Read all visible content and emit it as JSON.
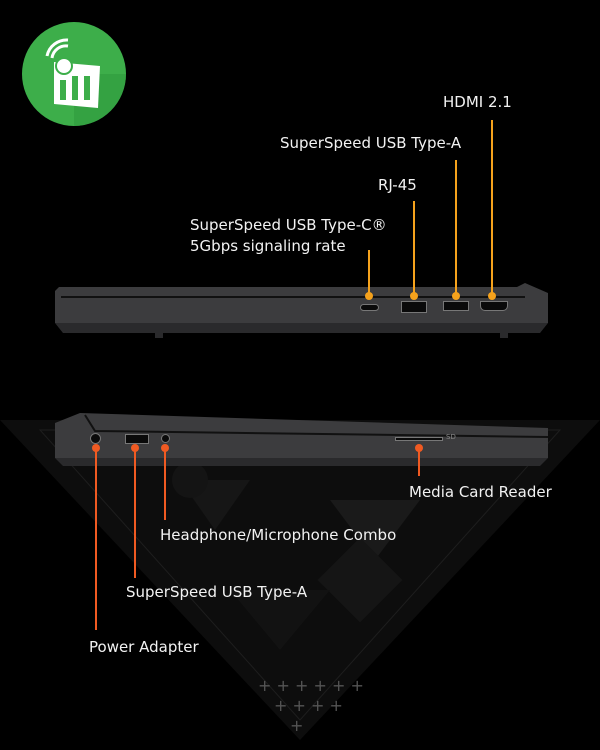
{
  "logo": {
    "name": "green-signal-logo",
    "colors": {
      "circle": "#3dae4a",
      "glyph": "#ffffff"
    }
  },
  "callouts_top": [
    {
      "label": "HDMI 2.1"
    },
    {
      "label": "SuperSpeed USB Type-A"
    },
    {
      "label": "RJ-45"
    },
    {
      "label_line1": "SuperSpeed USB Type-C®",
      "label_line2": "5Gbps signaling rate"
    }
  ],
  "callouts_bottom": [
    {
      "label": "Media Card Reader"
    },
    {
      "label": "Headphone/Microphone Combo"
    },
    {
      "label": "SuperSpeed USB Type-A"
    },
    {
      "label": "Power Adapter"
    }
  ],
  "port_marks": {
    "sd": "SD"
  },
  "colors": {
    "top_callout": "#f5a21c",
    "bottom_callout": "#f05a22",
    "laptop_body": "#3a3a3c",
    "background": "#000000"
  }
}
